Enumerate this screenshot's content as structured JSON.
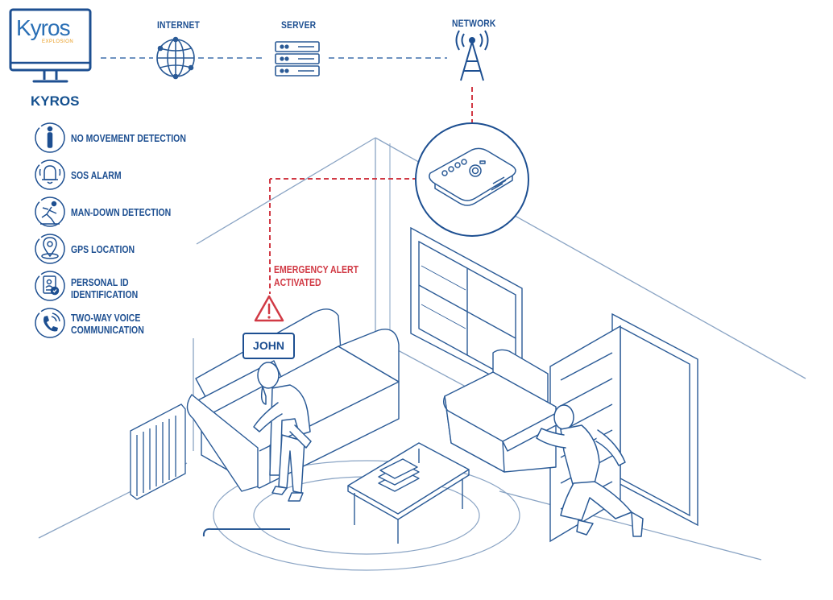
{
  "brand": {
    "logo_text": "Kyros",
    "logo_subtext": "EXPLOSION",
    "name": "KYROS"
  },
  "network": {
    "internet_label": "INTERNET",
    "server_label": "SERVER",
    "network_label": "NETWORK"
  },
  "features": [
    {
      "icon": "person-standing-icon",
      "line1": "NO MOVEMENT DETECTION",
      "line2": ""
    },
    {
      "icon": "bell-alarm-icon",
      "line1": "SOS ALARM",
      "line2": ""
    },
    {
      "icon": "person-falling-icon",
      "line1": "MAN-DOWN DETECTION",
      "line2": ""
    },
    {
      "icon": "location-pin-icon",
      "line1": "GPS LOCATION",
      "line2": ""
    },
    {
      "icon": "id-card-icon",
      "line1": "PERSONAL ID",
      "line2": "IDENTIFICATION"
    },
    {
      "icon": "phone-icon",
      "line1": "TWO-WAY VOICE",
      "line2": "COMMUNICATION"
    }
  ],
  "alert": {
    "line1": "EMERGENCY ALERT",
    "line2": "ACTIVATED",
    "color": "#d13a45"
  },
  "person": {
    "name": "JOHN"
  },
  "colors": {
    "brand_blue": "#1d4f91",
    "line_blue": "#2a6fb5",
    "alert_red": "#d13a45",
    "sketch": "#8aa4c4"
  }
}
